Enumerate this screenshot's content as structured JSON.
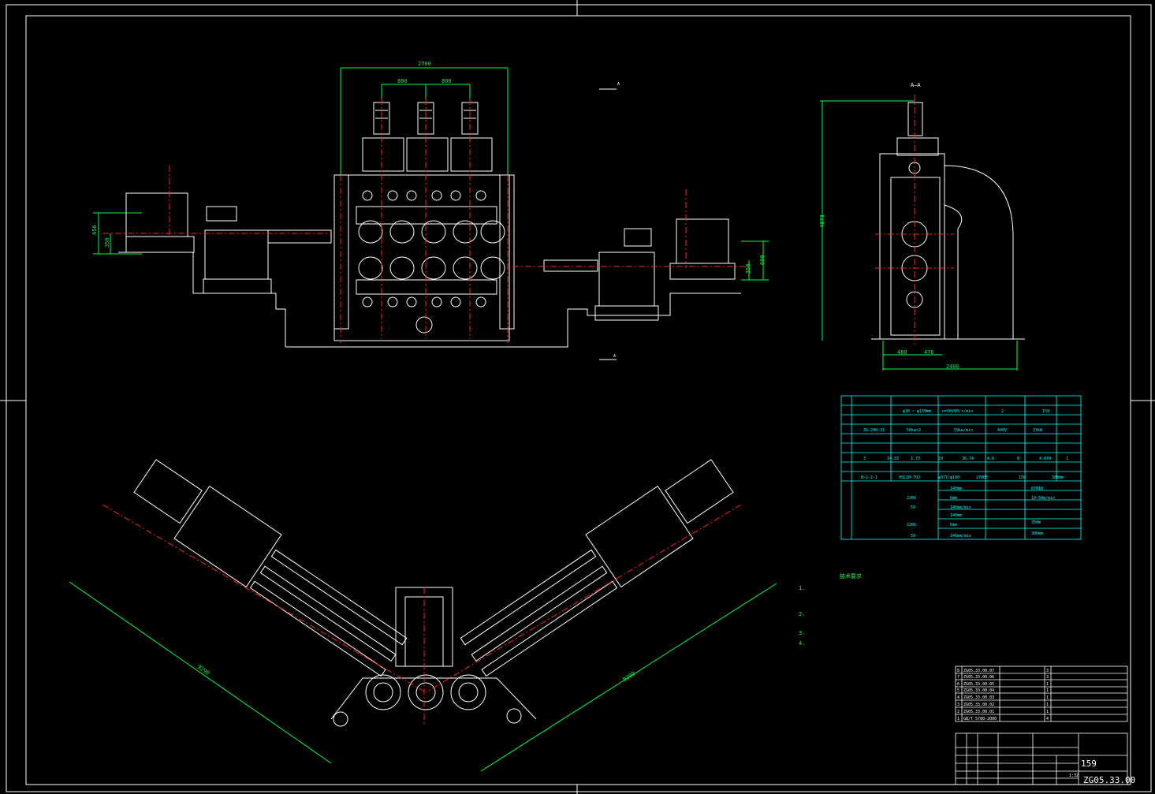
{
  "drawing": {
    "code": "ZG05.33.00",
    "title": "159",
    "scale": "1:32"
  },
  "dimensions": {
    "overall_width": "2700",
    "pitch_1": "800",
    "pitch_2": "800",
    "left_height_1": "850",
    "left_height_2": "350",
    "right_height_1": "600",
    "right_height_2": "350",
    "side_height": "4873",
    "side_base_1": "480",
    "side_base_2": "470",
    "side_base_total": "2400",
    "diag_left": "9290",
    "diag_right": "9290"
  },
  "section_marks": {
    "top": "A",
    "bottom": "A",
    "view_label": "A—A"
  },
  "spec_table": {
    "rows": [
      [
        "",
        "",
        "",
        "",
        "",
        ""
      ],
      [
        "",
        "φ38 ~ φ159mm",
        "n=50(90)r/min",
        "2",
        "159",
        ""
      ],
      [
        "ZG-200-31",
        "50kw×2",
        "59kw/min",
        "440V",
        "23kW",
        ""
      ],
      [
        "",
        "3",
        "14.33",
        "1.73",
        "10",
        "36.74",
        "4.6",
        "8",
        "4.870",
        "1"
      ],
      [
        "B-2-2-1",
        "95L10-70J",
        "φ377/φ160",
        "270EF",
        "150",
        "300mm"
      ],
      [
        "59",
        "220V",
        "140mm",
        "6mm",
        "146mm/min",
        "67010",
        "10~50m/min"
      ],
      [
        "59",
        "220V",
        "140mm",
        "6mm",
        "146mm/min",
        "350m",
        "300mm"
      ]
    ]
  },
  "notes": {
    "heading": "技术要求",
    "items": [
      "1.",
      "2.",
      "3.",
      "4."
    ]
  },
  "parts_list": {
    "rows": [
      [
        "8",
        "ZG05.33.00.07",
        "",
        "3"
      ],
      [
        "7",
        "ZG05.33.00.06",
        "",
        "3"
      ],
      [
        "6",
        "ZG05.33.00.05",
        "",
        "1"
      ],
      [
        "5",
        "ZG05.33.00.04",
        "",
        "1"
      ],
      [
        "4",
        "ZG05.33.00.03",
        "",
        "1"
      ],
      [
        "3",
        "ZG05.33.00.02",
        "",
        "1"
      ],
      [
        "2",
        "ZG05.33.00.01",
        "",
        "1"
      ],
      [
        "1",
        "GB/T 5780-2000",
        "",
        "4"
      ]
    ]
  },
  "colors": {
    "geometry": "#ffffff",
    "centerline": "#ff2020",
    "dimension": "#00ff40",
    "table": "#00ffff",
    "hatch": "#ffff00",
    "frame": "#ffffff"
  }
}
